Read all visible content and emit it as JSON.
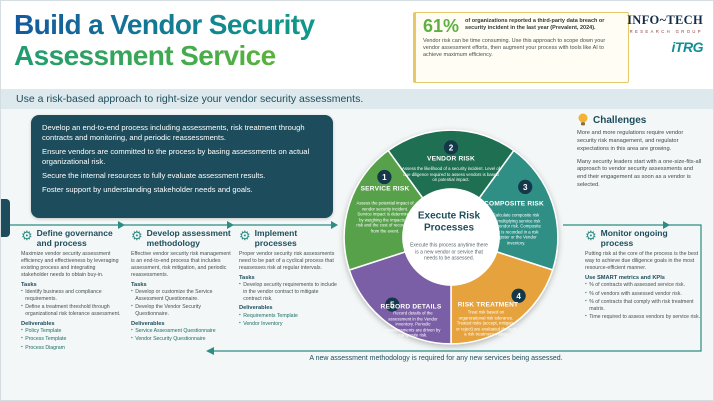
{
  "header": {
    "title_line1": "Build a Vendor Security",
    "title_line2": "Assessment Service",
    "subtitle": "Use a risk-based approach to right-size your vendor security assessments."
  },
  "stat": {
    "value": "61%",
    "text": "of organizations reported a third-party data breach or security incident in the last year (Prevalent, 2024).",
    "note": "Vendor risk can be time consuming. Use this approach to scope down your vendor assessment efforts, then augment your process with tools like AI to achieve maximum efficiency."
  },
  "logo": {
    "brand": "INFO~TECH",
    "subtext": "RESEARCH GROUP",
    "badge": "iTRG"
  },
  "key_points": [
    "Develop an end-to-end process including assessments, risk treatment through contracts and monitoring, and periodic reassessments.",
    "Ensure vendors are committed to the process by basing assessments on actual organizational risk.",
    "Secure the internal resources to fully evaluate assessment results.",
    "Foster support by understanding stakeholder needs and goals."
  ],
  "challenges": {
    "title": "Challenges",
    "paragraphs": [
      "More and more regulations require vendor security risk management, and regulator expectations in this area are growing.",
      "Many security leaders start with a one-size-fits-all approach to vendor security assessments and end their engagement as soon as a vendor is selected."
    ]
  },
  "wheel": {
    "center_title": "Execute Risk Processes",
    "center_text": "Execute this process anytime there is a new vendor or service that needs to be assessed.",
    "segments": [
      {
        "number": "1",
        "label": "SERVICE RISK",
        "color": "#57a14b",
        "text": "Assess the potential impact of vendor security incident. Service impact is determined by weighing the impacts on risk and the cost of recovering from the event."
      },
      {
        "number": "2",
        "label": "VENDOR RISK",
        "color": "#1f6f52",
        "text": "Assess the likelihood of a security incident. Level of due diligence required to assess vendors is based on potential impact."
      },
      {
        "number": "3",
        "label": "COMPOSITE RISK",
        "color": "#2f8f85",
        "text": "Calculate composite risk by multiplying service risk by vendor risk. Composite risk is recorded in a risk register or the Vendor Inventory."
      },
      {
        "number": "4",
        "label": "RISK TREATMENT",
        "color": "#e6a23c",
        "text": "Treat risk based on organizational risk tolerance. Treated risks (accept, mitigate, or reject) are evaluated through a risk treatment matrix."
      },
      {
        "number": "5",
        "label": "RECORD DETAILS",
        "color": "#7a5ea6",
        "text": "Record details of the assessment in the Vendor Inventory. Periodic reassessments are driven by composite risk."
      }
    ]
  },
  "steps": [
    {
      "title": "Define governance and process",
      "desc": "Maximize vendor security assessment efficiency and effectiveness by leveraging existing process and integrating stakeholder needs to obtain buy-in.",
      "tasks_label": "Tasks",
      "tasks": [
        "Identify business and compliance requirements.",
        "Define a treatment threshold through organizational risk tolerance assessment."
      ],
      "deliverables_label": "Deliverables",
      "deliverables": [
        "Policy Template",
        "Process Template",
        "Process Diagram"
      ]
    },
    {
      "title": "Develop assessment methodology",
      "desc": "Effective vendor security risk management is an end-to-end process that includes assessment, risk mitigation, and periodic reassessments.",
      "tasks_label": "Tasks",
      "tasks": [
        "Develop or customize the Service Assessment Questionnaire.",
        "Develop the Vendor Security Questionnaire."
      ],
      "deliverables_label": "Deliverables",
      "deliverables": [
        "Service Assessment Questionnaire",
        "Vendor Security Questionnaire"
      ]
    },
    {
      "title": "Implement processes",
      "desc": "Proper vendor security risk assessments need to be part of a cyclical process that reassesses risk at regular intervals.",
      "tasks_label": "Tasks",
      "tasks": [
        "Develop security requirements to include in the vendor contract to mitigate contract risk."
      ],
      "deliverables_label": "Deliverables",
      "deliverables": [
        "Requirements Template",
        "Vendor Inventory"
      ]
    }
  ],
  "monitor": {
    "title": "Monitor ongoing process",
    "desc": "Putting risk at the core of the process is the best way to achieve due diligence goals in the most resource-efficient manner.",
    "metrics_label": "Use SMART metrics and KPIs",
    "metrics": [
      "% of contracts with assessed service risk.",
      "% of vendors with assessed vendor risk.",
      "% of contracts that comply with risk treatment matrix.",
      "Time required to assess vendors by service risk."
    ]
  },
  "footer_note": "A new assessment methodology is required for any new services being assessed."
}
